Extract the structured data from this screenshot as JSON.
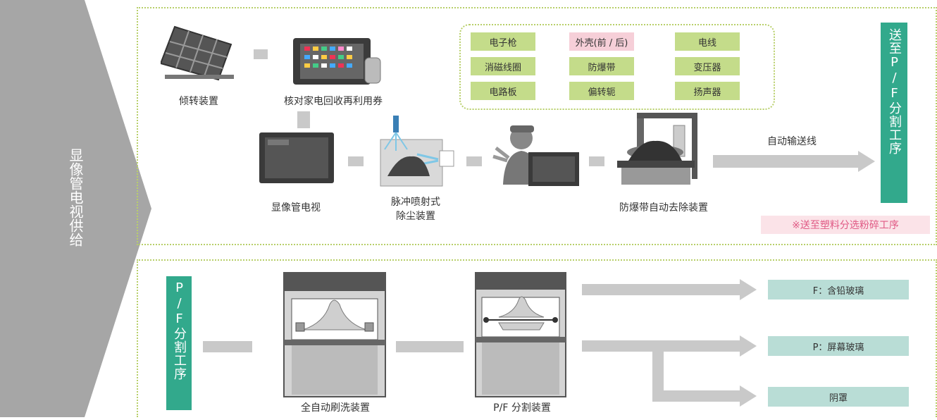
{
  "left_banner": {
    "label": "显像管电视供给"
  },
  "top_section": {
    "tilt_device": "倾转装置",
    "recycle_voucher": "核对家电回收再利用券",
    "crt_tv": "显像管电视",
    "dust_remover_line1": "脉冲喷射式",
    "dust_remover_line2": "除尘装置",
    "band_remover": "防爆带自动去除装置",
    "conveyor": "自动输送线",
    "plastic_note": "※送至塑料分选粉碎工序",
    "side_tag": "送至P/F分割工序",
    "components": [
      {
        "label": "电子枪",
        "style": "green"
      },
      {
        "label": "外壳(前 / 后)",
        "style": "pink"
      },
      {
        "label": "电线",
        "style": "green"
      },
      {
        "label": "消磁线圈",
        "style": "green"
      },
      {
        "label": "防爆带",
        "style": "green"
      },
      {
        "label": "变压器",
        "style": "green"
      },
      {
        "label": "电路板",
        "style": "green"
      },
      {
        "label": "偏转轭",
        "style": "green"
      },
      {
        "label": "扬声器",
        "style": "green"
      }
    ]
  },
  "bottom_section": {
    "side_tag": "P/F分割工序",
    "washer": "全自动刷洗装置",
    "splitter": "P/F 分割装置",
    "outputs": [
      "F：含铅玻璃",
      "P：屏幕玻璃",
      "阴罩"
    ]
  },
  "colors": {
    "teal": "#32a98c",
    "green_box": "#c4dc8a",
    "pink_box": "#f6cfd8",
    "output_box": "#b9ddd6",
    "connector": "#c9c9c9"
  }
}
